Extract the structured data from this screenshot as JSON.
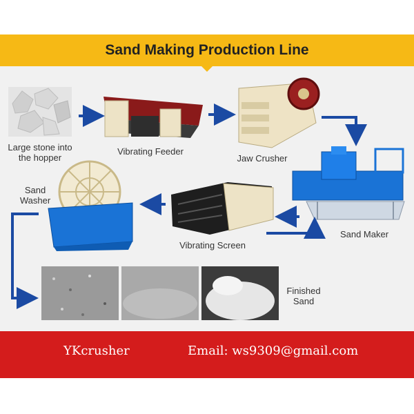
{
  "title": "Sand Making Production Line",
  "steps": {
    "large_stone": "Large stone into the hopper",
    "vibrating_feeder": "Vibrating Feeder",
    "jaw_crusher": "Jaw Crusher",
    "sand_maker": "Sand Maker",
    "vibrating_screen": "Vibrating Screen",
    "sand_washer": "Sand Washer",
    "finished_sand": "Finished Sand"
  },
  "footer": {
    "brand": "YKcrusher",
    "email": "Email: ws9309@gmail.com"
  },
  "colors": {
    "banner": "#f6b915",
    "footer": "#d41c1c",
    "arrow": "#1b4aa3",
    "machine_blue": "#1a73d6"
  }
}
